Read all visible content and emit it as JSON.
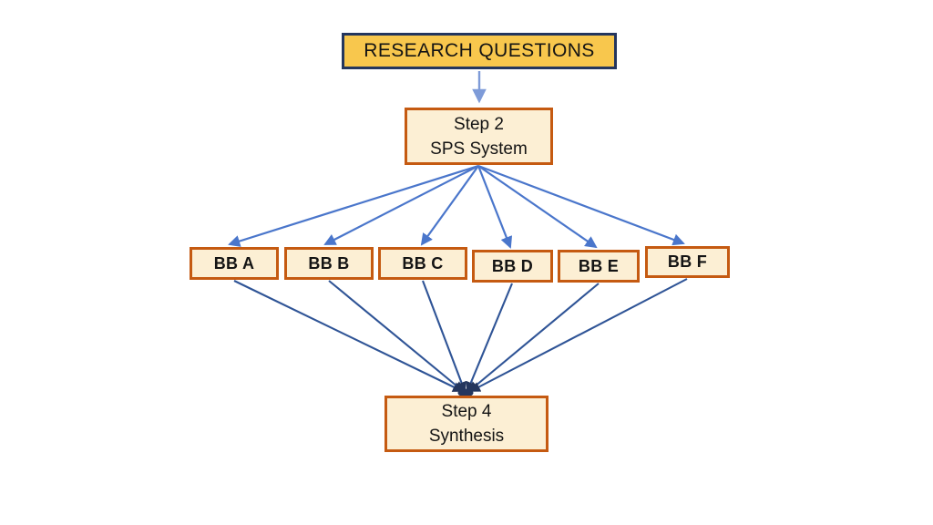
{
  "diagram": {
    "background_color": "#FFFFFF",
    "research_box": {
      "label": "RESEARCH QUESTIONS",
      "fill_color": "#F8C74D",
      "border_color": "#24365E"
    },
    "step2_box": {
      "line1": "Step 2",
      "line2": "SPS System",
      "fill_color": "#FCEFD4",
      "border_color": "#C55A11"
    },
    "bb_boxes": [
      {
        "label": "BB A"
      },
      {
        "label": "BB B"
      },
      {
        "label": "BB C"
      },
      {
        "label": "BB D"
      },
      {
        "label": "BB E"
      },
      {
        "label": "BB F"
      }
    ],
    "step4_box": {
      "line1": "Step 4",
      "line2": "Synthesis",
      "fill_color": "#FCEFD4",
      "border_color": "#C55A11"
    },
    "connectors": {
      "top_arrow_color": "#7E9BD8",
      "fan_arrow_color": "#4A76CB",
      "converge_line_color": "#2F5496",
      "fan_count": 6,
      "converge_count": 6
    }
  }
}
